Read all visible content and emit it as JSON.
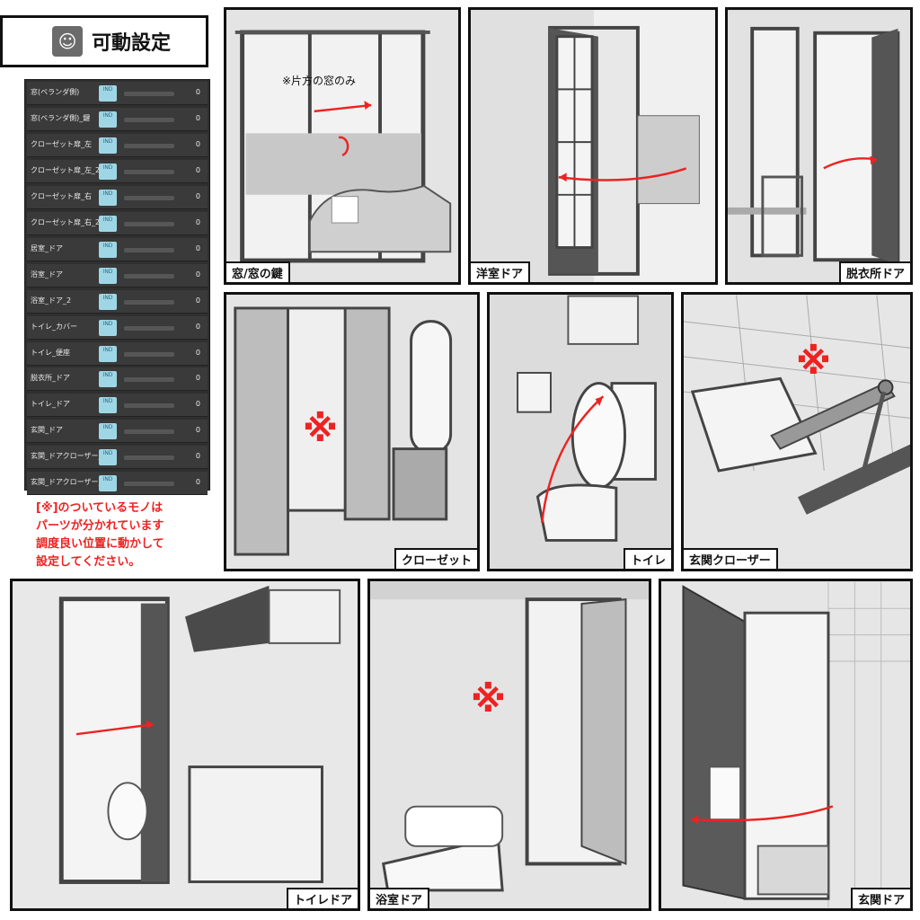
{
  "header": {
    "title": "可動設定",
    "icon": "morph-icon"
  },
  "params": [
    {
      "label": "窓(ベランダ側)",
      "toggle": "IND",
      "value": "0"
    },
    {
      "label": "窓(ベランダ側)_鍵",
      "toggle": "IND",
      "value": "0"
    },
    {
      "label": "クローゼット扉_左",
      "toggle": "IND",
      "value": "0"
    },
    {
      "label": "クローゼット扉_左_2",
      "toggle": "IND",
      "value": "0"
    },
    {
      "label": "クローゼット扉_右",
      "toggle": "IND",
      "value": "0"
    },
    {
      "label": "クローゼット扉_右_2",
      "toggle": "IND",
      "value": "0"
    },
    {
      "label": "居室_ドア",
      "toggle": "IND",
      "value": "0"
    },
    {
      "label": "浴室_ドア",
      "toggle": "IND",
      "value": "0"
    },
    {
      "label": "浴室_ドア_2",
      "toggle": "IND",
      "value": "0"
    },
    {
      "label": "トイレ_カバー",
      "toggle": "IND",
      "value": "0"
    },
    {
      "label": "トイレ_便座",
      "toggle": "IND",
      "value": "0"
    },
    {
      "label": "脱衣所_ドア",
      "toggle": "IND",
      "value": "0"
    },
    {
      "label": "トイレ_ドア",
      "toggle": "IND",
      "value": "0"
    },
    {
      "label": "玄関_ドア",
      "toggle": "IND",
      "value": "0"
    },
    {
      "label": "玄関_ドアクローザー_A",
      "toggle": "IND",
      "value": "0"
    },
    {
      "label": "玄関_ドアクローザー_B",
      "toggle": "IND",
      "value": "0"
    }
  ],
  "note": "[※]のついているモノは\nパーツが分かれています\n調度良い位置に動かして\n設定してください。",
  "panels": {
    "window": {
      "label": "窓/窓の鍵",
      "annotation": "※片方の窓のみ"
    },
    "western_door": {
      "label": "洋室ドア"
    },
    "dressing_door": {
      "label": "脱衣所ドア"
    },
    "closet": {
      "label": "クローゼット",
      "mark": "※"
    },
    "toilet": {
      "label": "トイレ"
    },
    "entrance_closer": {
      "label": "玄関クローザー",
      "mark": "※"
    },
    "toilet_door": {
      "label": "トイレドア"
    },
    "bath_door": {
      "label": "浴室ドア",
      "mark": "※"
    },
    "entrance_door": {
      "label": "玄関ドア"
    }
  },
  "colors": {
    "accent": "#e22222",
    "panel_bg": "#2f2f2f",
    "toggle": "#9fd6e6"
  }
}
